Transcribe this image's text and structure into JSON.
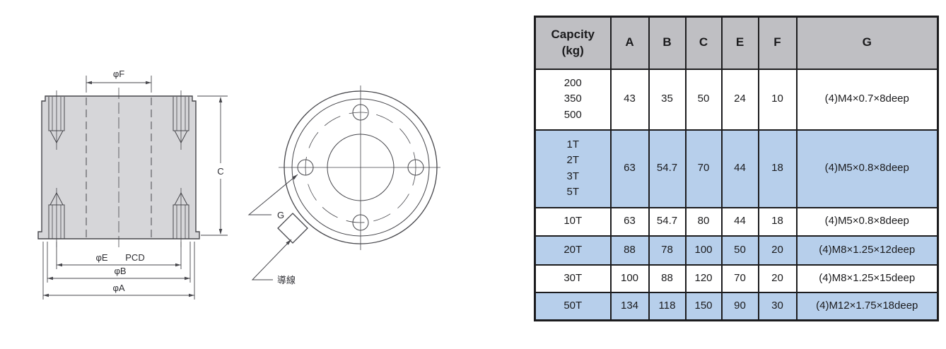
{
  "drawing": {
    "front_view": {
      "dim_phi_f": "φF",
      "dim_c": "C",
      "dim_phi_e": "φE",
      "dim_pcd": "PCD",
      "dim_phi_b": "φB",
      "dim_phi_a": "φA"
    },
    "top_view": {
      "dim_g": "G",
      "lead_wire_label": "導線"
    },
    "colors": {
      "fill": "#d6d6d9",
      "line": "#46464b"
    }
  },
  "table": {
    "header": {
      "capacity": "Capcity\n(kg)",
      "cols": [
        "A",
        "B",
        "C",
        "E",
        "F",
        "G"
      ]
    },
    "rows": [
      {
        "capacity": "200\n350\n500",
        "a": "43",
        "b": "35",
        "c": "50",
        "e": "24",
        "f": "10",
        "g": "(4)M4×0.7×8deep"
      },
      {
        "capacity": "1T\n2T\n3T\n5T",
        "a": "63",
        "b": "54.7",
        "c": "70",
        "e": "44",
        "f": "18",
        "g": "(4)M5×0.8×8deep"
      },
      {
        "capacity": "10T",
        "a": "63",
        "b": "54.7",
        "c": "80",
        "e": "44",
        "f": "18",
        "g": "(4)M5×0.8×8deep"
      },
      {
        "capacity": "20T",
        "a": "88",
        "b": "78",
        "c": "100",
        "e": "50",
        "f": "20",
        "g": "(4)M8×1.25×12deep"
      },
      {
        "capacity": "30T",
        "a": "100",
        "b": "88",
        "c": "120",
        "e": "70",
        "f": "20",
        "g": "(4)M8×1.25×15deep"
      },
      {
        "capacity": "50T",
        "a": "134",
        "b": "118",
        "c": "150",
        "e": "90",
        "f": "30",
        "g": "(4)M12×1.75×18deep"
      }
    ],
    "colors": {
      "header_bg": "#bfbfc3",
      "row_blue": "#b7cfeb",
      "border": "#1c1c1e"
    }
  }
}
